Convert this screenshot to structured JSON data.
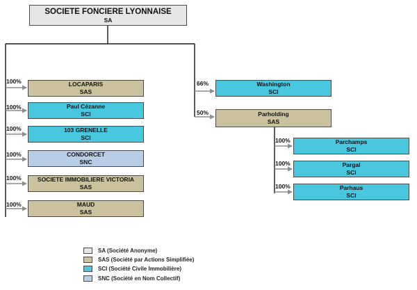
{
  "root": {
    "name": "SOCIETE FONCIERE LYONNAISE",
    "type": "SA"
  },
  "subsidiaries": [
    {
      "name": "LOCAPARIS",
      "type": "SAS",
      "pct": "100%"
    },
    {
      "name": "Paul Cézanne",
      "type": "SCI",
      "pct": "100%"
    },
    {
      "name": "103 GRENELLE",
      "type": "SCI",
      "pct": "100%"
    },
    {
      "name": "CONDORCET",
      "type": "SNC",
      "pct": "100%"
    },
    {
      "name": "SOCIETE IMMOBILIERE VICTORIA",
      "type": "SAS",
      "pct": "100%"
    },
    {
      "name": "MAUD",
      "type": "SAS",
      "pct": "100%"
    },
    {
      "name": "Washington",
      "type": "SCI",
      "pct": "66%"
    },
    {
      "name": "Parholding",
      "type": "SAS",
      "pct": "50%"
    }
  ],
  "parholding_children": [
    {
      "name": "Parchamps",
      "type": "SCI",
      "pct": "100%"
    },
    {
      "name": "Pargal",
      "type": "SCI",
      "pct": "100%"
    },
    {
      "name": "Parhaus",
      "type": "SCI",
      "pct": "100%"
    }
  ],
  "legend": [
    {
      "type": "SA",
      "label": "SA (Société Anonyme)",
      "color": "#e6e6e6"
    },
    {
      "type": "SAS",
      "label": "SAS (Société par Actions Simplifiée)",
      "color": "#cbc29d"
    },
    {
      "type": "SCI",
      "label": "SCI (Société Civile Immobilière)",
      "color": "#48c7de"
    },
    {
      "type": "SNC",
      "label": "SNC (Société en Nom Collectif)",
      "color": "#bacde6"
    }
  ],
  "colors": {
    "line": "#1a1a1a",
    "arrow": "#8c8c8c",
    "border": "#4a4a4a"
  }
}
